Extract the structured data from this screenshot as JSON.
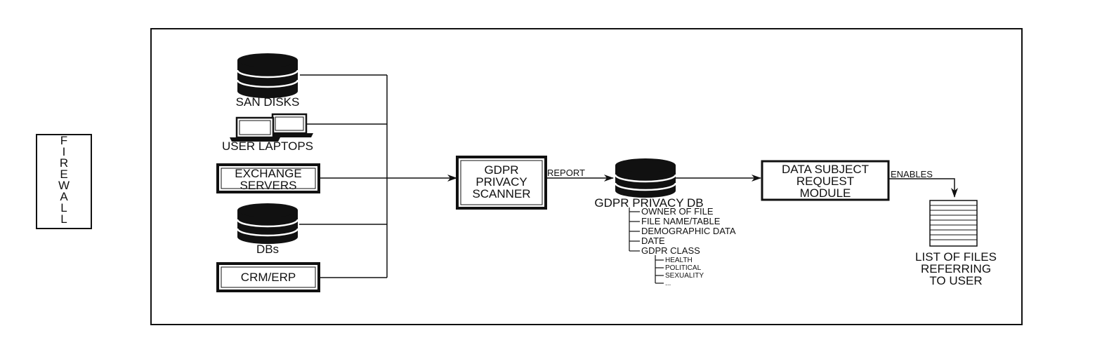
{
  "firewall": {
    "letters": [
      "F",
      "I",
      "R",
      "E",
      "W",
      "A",
      "L",
      "L"
    ]
  },
  "sources": {
    "san_disks": "SAN DISKS",
    "user_laptops": "USER LAPTOPS",
    "exchange_line1": "EXCHANGE",
    "exchange_line2": "SERVERS",
    "dbs": "DBs",
    "crm_erp": "CRM/ERP"
  },
  "scanner": {
    "line1": "GDPR",
    "line2": "PRIVACY",
    "line3": "SCANNER"
  },
  "report_label": "REPORT",
  "privacy_db": {
    "title": "GDPR PRIVACY DB",
    "fields": [
      "OWNER OF FILE",
      "FILE NAME/TABLE",
      "DEMOGRAPHIC DATA",
      "DATE",
      "GDPR CLASS"
    ],
    "classes": [
      "HEALTH",
      "POLITICAL",
      "SEXUALITY",
      "..."
    ]
  },
  "dsr_module": {
    "line1": "DATA SUBJECT",
    "line2": "REQUEST",
    "line3": "MODULE"
  },
  "enables_label": "ENABLES",
  "list_output": {
    "line1": "LIST OF FILES",
    "line2": "REFERRING",
    "line3": "TO USER"
  }
}
